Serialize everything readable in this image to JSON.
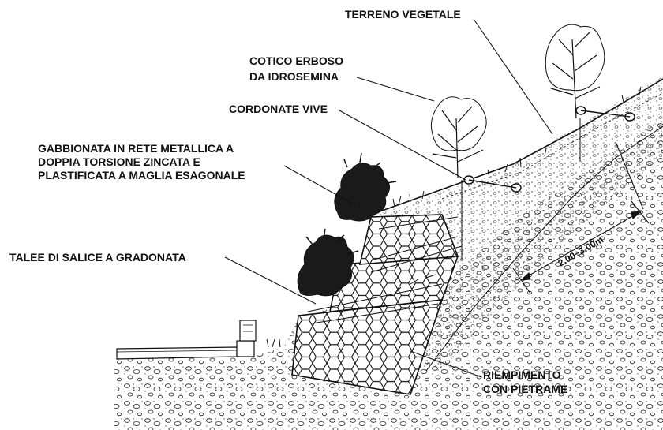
{
  "labels": {
    "terreno_vegetale": "TERRENO VEGETALE",
    "cotico_line1": "COTICO ERBOSO",
    "cotico_line2": "DA IDROSEMINA",
    "cordonate": "CORDONATE VIVE",
    "gabbionata_line1": "GABBIONATA IN RETE METALLICA A",
    "gabbionata_line2": "DOPPIA TORSIONE ZINCATA E",
    "gabbionata_line3": "PLASTIFICATA A MAGLIA ESAGONALE",
    "talee": "TALEE DI SALICE A GRADONATA",
    "riempimento_line1": "RIEMPIMENTO",
    "riempimento_line2": "CON PIETRAME",
    "dimension": "2.00÷3.00m"
  },
  "colors": {
    "ink": "#111111",
    "paper": "#ffffff"
  }
}
